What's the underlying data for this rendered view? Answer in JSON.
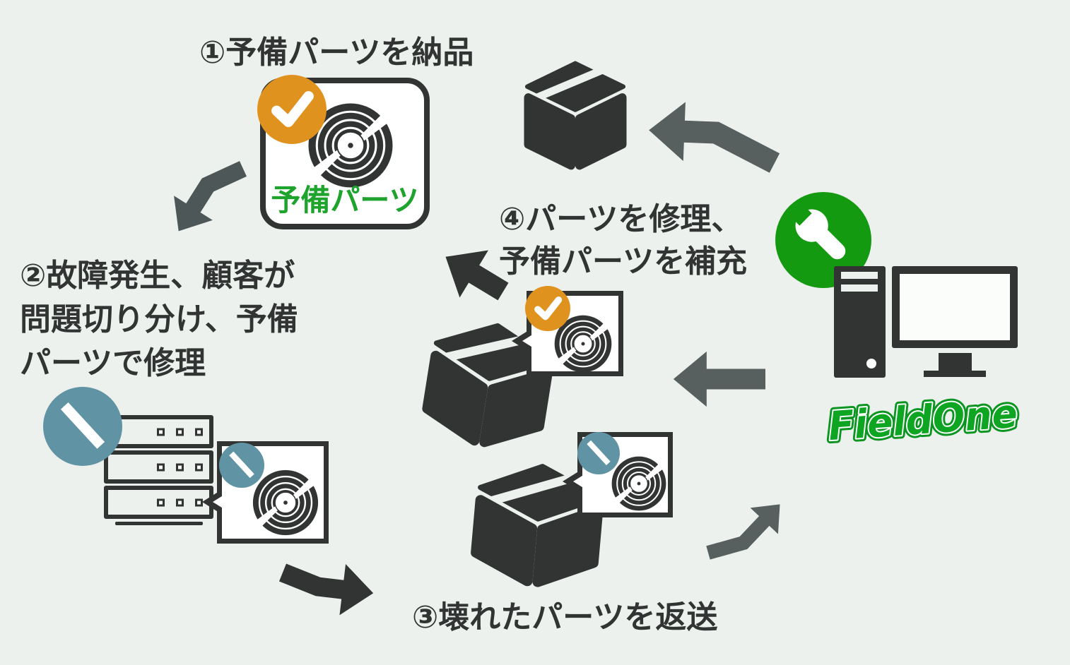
{
  "diagram_title": "Spare parts repair and replenishment cycle",
  "steps": {
    "step1": {
      "label": "①予備パーツを納品"
    },
    "step2": {
      "lines": [
        "②故障発生、顧客が",
        "問題切り分け、予備",
        "パーツで修理"
      ]
    },
    "step3": {
      "label": "③壊れたパーツを返送"
    },
    "step4": {
      "lines": [
        "④パーツを修理、",
        "予備パーツを補充"
      ]
    }
  },
  "spare_parts_card": {
    "label": "予備パーツ"
  },
  "logo": {
    "text": "FieldOne"
  },
  "palette": {
    "background": "#edf1ee",
    "dark_icon": "#323433",
    "arrow_slate": "#57605f",
    "arrow_slate_dark": "#4d5757",
    "badge_orange": "#e0921f",
    "badge_blue": "#6093a3",
    "badge_green": "#149a10",
    "green_label": "#1ea32c",
    "logo_green": "#0da522",
    "white": "#ffffff"
  },
  "icons": {
    "check_badge": "white check mark in orange circle (ok part)",
    "slash_badge": "white slash in blue circle (broken part)",
    "wrench_badge": "white wrench in green circle (repair)",
    "disc": "dark disc platter (hardware part)",
    "package_box": "dark cardboard shipping box",
    "server_rack": "outlined 3-unit server rack",
    "desktop_computer": "dark tower and monitor"
  }
}
